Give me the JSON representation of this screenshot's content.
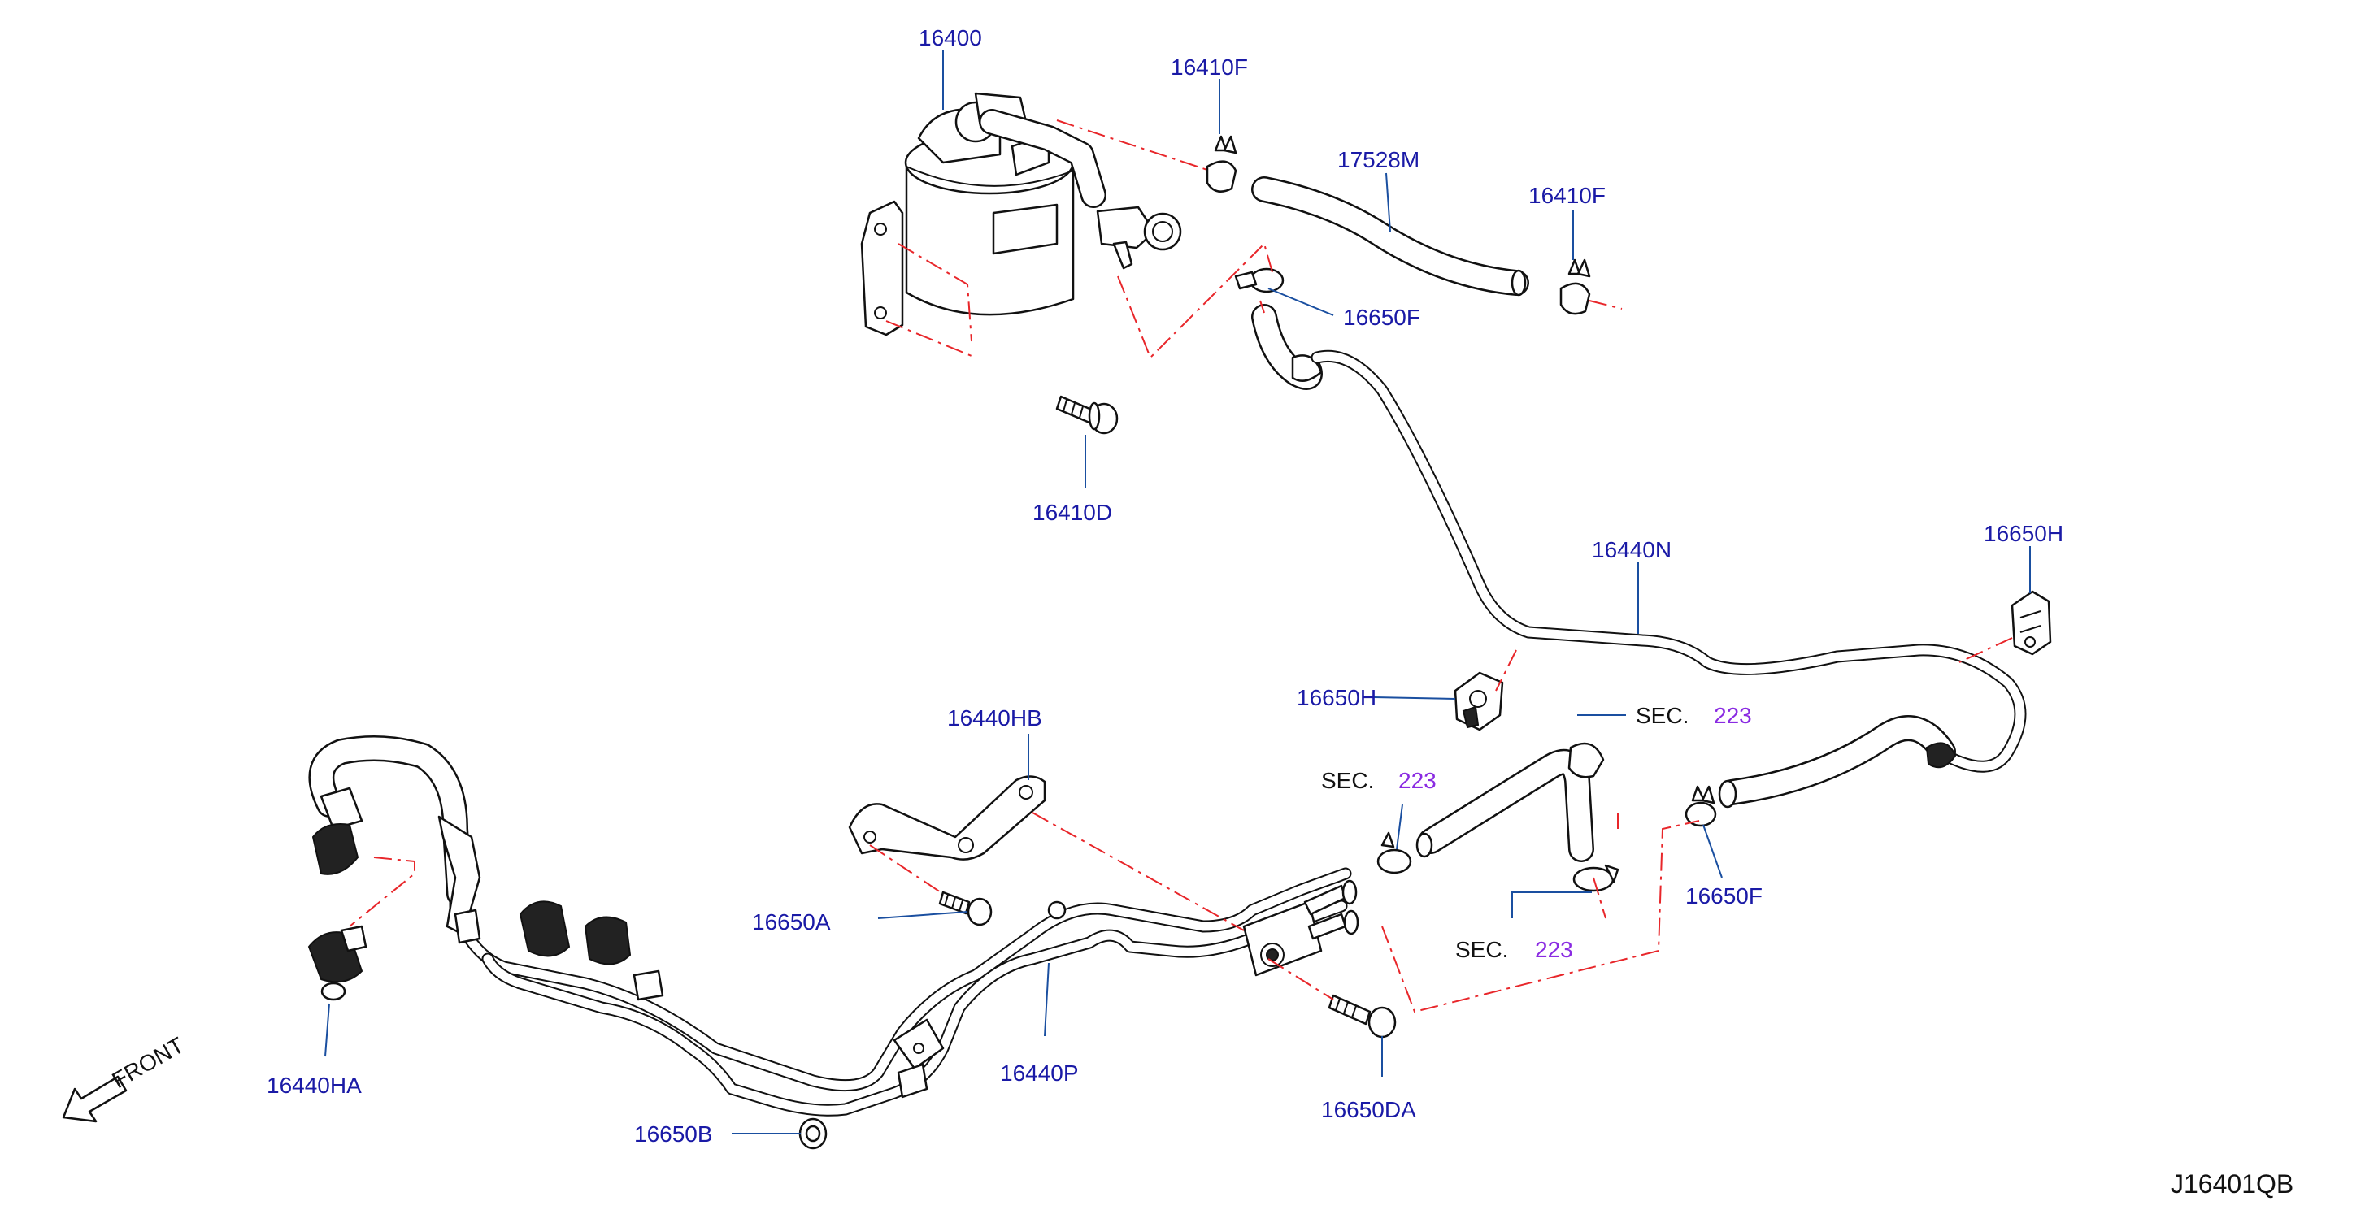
{
  "diagram_code": "J16401QB",
  "front_label": "FRONT",
  "sec_label": "SEC.",
  "parts": {
    "p16400": "16400",
    "p16410F_top": "16410F",
    "p17528M": "17528M",
    "p16410F_right": "16410F",
    "p16650F_top": "16650F",
    "p16410D": "16410D",
    "p16440N": "16440N",
    "p16650H_right": "16650H",
    "p16650H_mid": "16650H",
    "p16440HB": "16440HB",
    "p16650A": "16650A",
    "p16650F_mid": "16650F",
    "p16440HA": "16440HA",
    "p16440P": "16440P",
    "p16650B": "16650B",
    "p16650DA": "16650DA"
  },
  "sections": {
    "sec1": "223",
    "sec2": "223",
    "sec3": "223"
  },
  "colors": {
    "part_label": "#1a1aa6",
    "section_number": "#8a2be2",
    "dash_line": "#e8262a",
    "leader_line": "#1a4fa0"
  }
}
